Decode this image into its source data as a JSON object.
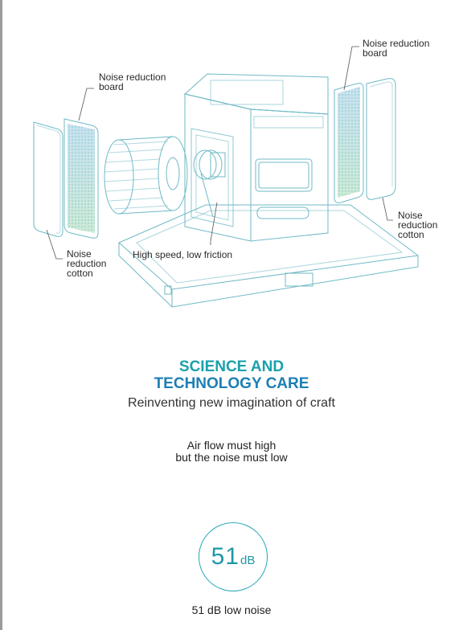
{
  "callouts": {
    "board_left": "Noise reduction\nboard",
    "board_right": "Noise reduction\nboard",
    "cotton_left": "Noise\nreduction\ncotton",
    "cotton_right": "Noise\nreduction\ncotton",
    "motor": "High speed, low friction"
  },
  "heading": {
    "line1": "SCIENCE AND",
    "line2": "TECHNOLOGY CARE"
  },
  "subtitle": "Reinventing new imagination of craft",
  "description": {
    "line1": "Air flow must high",
    "line2": "but the noise must low"
  },
  "badge": {
    "value": "51",
    "unit": "dB"
  },
  "footer": "51 dB low noise",
  "colors": {
    "teal": "#1aa0ac",
    "blue": "#1d7fb3",
    "outline": "#6fb9c6"
  }
}
